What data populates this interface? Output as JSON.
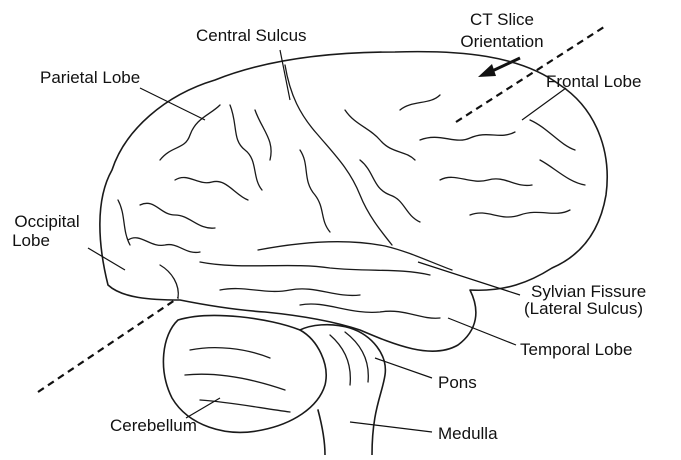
{
  "labels": {
    "ct_slice": "CT Slice",
    "orientation": "Orientation",
    "central_sulcus": "Central Sulcus",
    "parietal_lobe": "Parietal Lobe",
    "frontal_lobe": "Frontal Lobe",
    "occipital_line1": "Occipital",
    "occipital_line2": "Lobe",
    "sylvian_line1": "Sylvian Fissure",
    "sylvian_line2": "(Lateral Sulcus)",
    "temporal_lobe": "Temporal Lobe",
    "pons": "Pons",
    "cerebellum": "Cerebellum",
    "medulla": "Medulla"
  }
}
